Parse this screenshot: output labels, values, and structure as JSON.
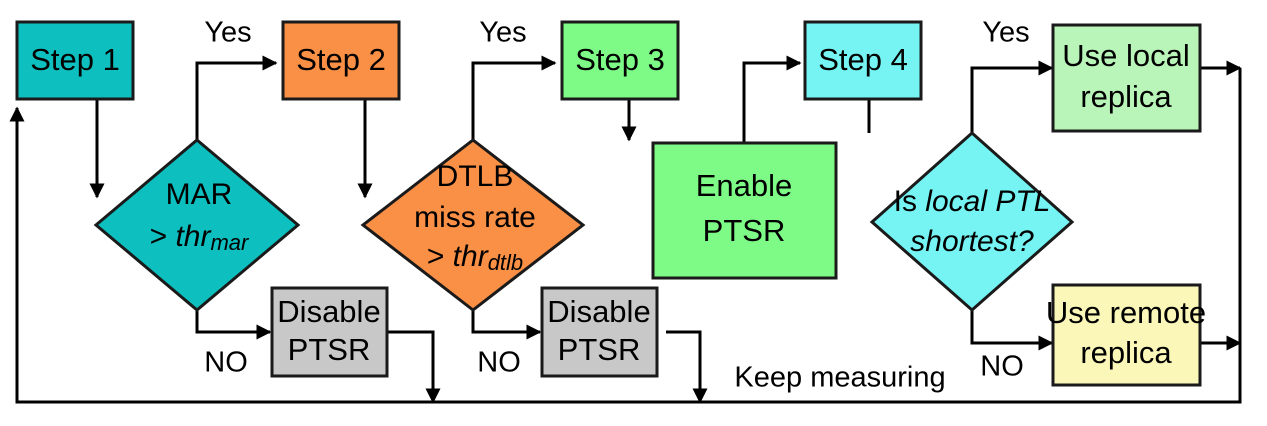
{
  "diagram": {
    "title": "PTSR adaptive decision flowchart",
    "background": "#ffffff",
    "stroke_color": "#1a1a1a",
    "colors": {
      "teal": "#0dbfbf",
      "orange": "#fa8f46",
      "green_bright": "#7dfb86",
      "cyan": "#76f4f4",
      "gray": "#c8c8c8",
      "green_pale": "#b9f5b9",
      "yellow_pale": "#fbf7b9"
    }
  },
  "nodes": {
    "step1": {
      "label": "Step 1",
      "shape": "rect",
      "fill": "#0dbfbf"
    },
    "mar": {
      "line1": "MAR",
      "line2_op": "> ",
      "line2_var": "thr",
      "line2_sub": "mar",
      "shape": "diamond",
      "fill": "#0dbfbf"
    },
    "step2": {
      "label": "Step 2",
      "shape": "rect",
      "fill": "#fa8f46"
    },
    "dtlb": {
      "line1": "DTLB",
      "line2": "miss rate",
      "line3_op": "> ",
      "line3_var": "thr",
      "line3_sub": "dtlb",
      "shape": "diamond",
      "fill": "#fa8f46"
    },
    "step3": {
      "label": "Step 3",
      "shape": "rect",
      "fill": "#7dfb86"
    },
    "enable_ptsr": {
      "line1": "Enable",
      "line2": "PTSR",
      "shape": "rect",
      "fill": "#7dfb86"
    },
    "step4": {
      "label": "Step 4",
      "shape": "rect",
      "fill": "#76f4f4"
    },
    "ptl": {
      "line1_plain": "Is ",
      "line1_ital": "local PTL",
      "line2_ital": "shortest?",
      "shape": "diamond",
      "fill": "#76f4f4"
    },
    "disable_ptsr_1": {
      "line1": "Disable",
      "line2": "PTSR",
      "shape": "rect",
      "fill": "#c8c8c8"
    },
    "disable_ptsr_2": {
      "line1": "Disable",
      "line2": "PTSR",
      "shape": "rect",
      "fill": "#c8c8c8"
    },
    "use_local": {
      "line1": "Use local",
      "line2": "replica",
      "shape": "rect",
      "fill": "#b9f5b9"
    },
    "use_remote": {
      "line1": "Use remote",
      "line2": "replica",
      "shape": "rect",
      "fill": "#fbf7b9"
    }
  },
  "edge_labels": {
    "yes_mar": "Yes",
    "no_mar": "NO",
    "yes_dtlb": "Yes",
    "no_dtlb": "NO",
    "yes_ptl": "Yes",
    "no_ptl": "NO",
    "keep_measuring": "Keep measuring"
  }
}
